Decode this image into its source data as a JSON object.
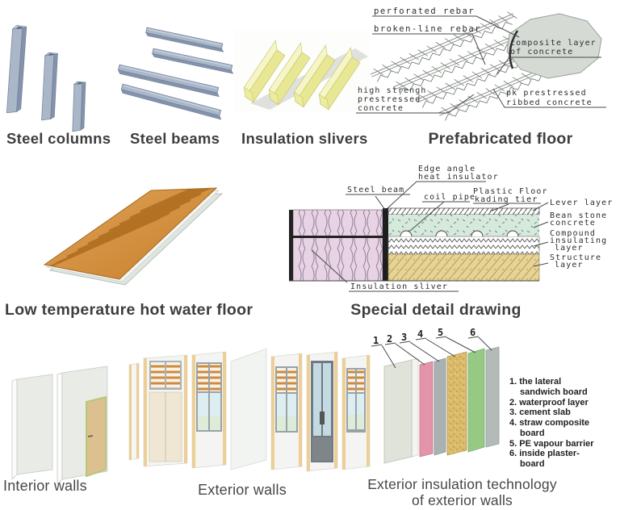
{
  "colors": {
    "steel_face": "#aab7c9",
    "steel_side": "#8493ab",
    "insulation_yellow": "#eeeea0",
    "floor_wood": "#d08c3c",
    "detail_pink": "#e7d3e3",
    "detail_green": "#d5e9dc",
    "detail_tan": "#e6d395",
    "layer_pink": "#e394aa",
    "layer_green": "#96ca84",
    "layer_straw": "#d9b96a",
    "wall_edge_tan": "#eccf96",
    "louver_orange": "#cf8a3a"
  },
  "sections": {
    "steel_columns": {
      "caption": "Steel columns"
    },
    "steel_beams": {
      "caption": "Steel beams"
    },
    "insulation_slivers": {
      "caption": "Insulation slivers"
    },
    "prefabricated_floor": {
      "caption": "Prefabricated floor",
      "labels": {
        "perforated_rebar": "perforated rebar",
        "broken_line_rebar": "broken-line rebar",
        "composite_layer_1": "composite layer",
        "composite_layer_2": "of concrete",
        "high_strength_1": "high strengh",
        "high_strength_2": "prestressed",
        "high_strength_3": "concrete",
        "pk_1": "pk prestressed",
        "pk_2": "ribbed concrete"
      }
    },
    "hot_water_floor": {
      "caption": "Low temperature hot water floor"
    },
    "special_detail": {
      "caption": "Special detail drawing",
      "labels": {
        "edge_angle_1": "Edge angle",
        "edge_angle_2": "heat insulator",
        "steel_beam": "Steel beam",
        "coil_pipe": "coil pipe",
        "plastic_floor_1": "Plastic Floor",
        "plastic_floor_2": "kading tier",
        "lever_layer": "Lever layer",
        "bean_stone_1": "Bean stone",
        "bean_stone_2": "concrete",
        "compound_1": "Compound",
        "compound_2": "insulating",
        "compound_3": "layer",
        "structure_1": "Structure",
        "structure_2": "layer",
        "insulation_sliver": "Insulation sliver"
      }
    },
    "interior_walls": {
      "caption": "Interior walls"
    },
    "exterior_walls": {
      "caption": "Exterior walls"
    },
    "exterior_insulation": {
      "caption_line1": "Exterior insulation technology",
      "caption_line2": "of exterior walls",
      "numbers": [
        "1",
        "2",
        "3",
        "4",
        "5",
        "6"
      ],
      "legend": [
        "1. the lateral\nsandwich board",
        "2. waterproof layer",
        "3. cement slab",
        "4. straw composite\nboard",
        "5. PE vapour barrier",
        "6. inside plaster-\nboard"
      ]
    }
  }
}
